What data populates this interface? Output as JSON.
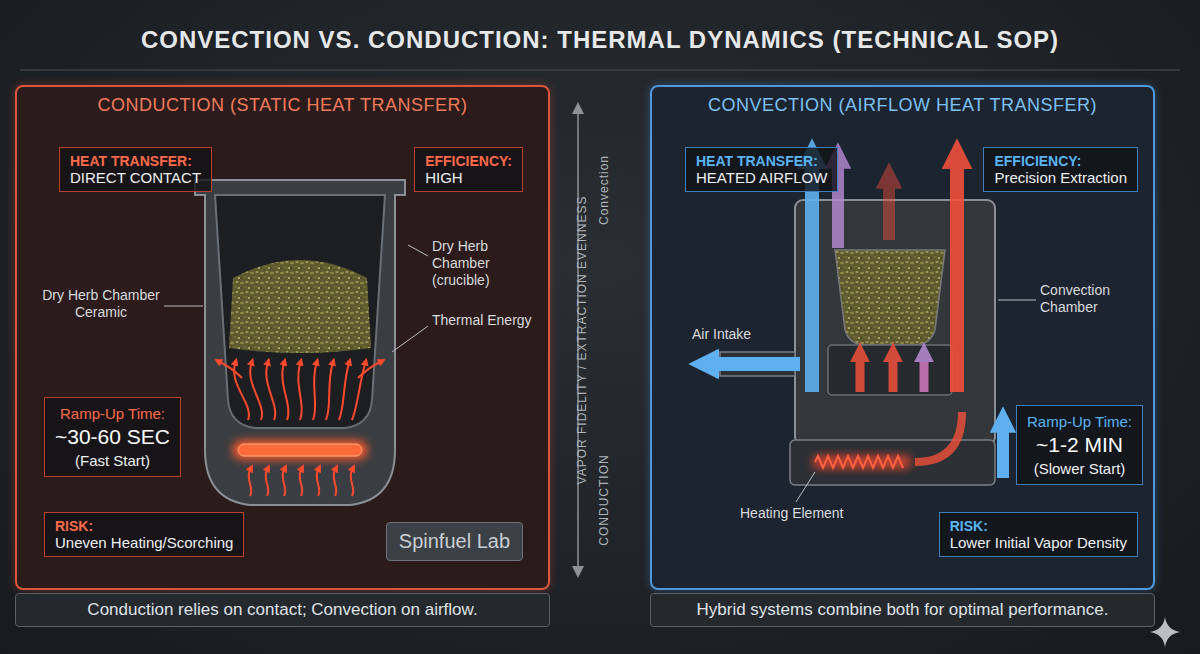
{
  "diagram": {
    "title": "CONVECTION VS. CONDUCTION: THERMAL DYNAMICS (TECHNICAL SOP)",
    "nodes": [
      {
        "text": [
          "CONDUCTION (STATIC HEAT TRANSFER)"
        ]
      },
      {
        "text": [
          "HEAT TRANSFER:",
          "DIRECT CONTACT"
        ],
        "in": 0
      },
      {
        "text": [
          "EFFICIENCY:",
          "HIGH"
        ],
        "in": 0
      },
      {
        "text": [
          "Ramp-Up Time:",
          "~30-60 SEC",
          "(Fast Start)"
        ],
        "in": 0
      },
      {
        "text": [
          "RISK:",
          "Uneven Heating/Scorching"
        ],
        "in": 0
      },
      {
        "text": [
          "Spinfuel Lab"
        ],
        "in": 0
      },
      {
        "text": [
          "Conduction relies on contact; Convection on airflow."
        ]
      },
      {
        "text": [
          "CONVECTION (AIRFLOW HEAT TRANSFER)"
        ]
      },
      {
        "text": [
          "HEAT TRANSFER:",
          "HEATED AIRFLOW"
        ],
        "in": 7
      },
      {
        "text": [
          "EFFICIENCY:",
          "Precision Extraction"
        ],
        "in": 7
      },
      {
        "text": [
          "Ramp-Up Time:",
          "~1-2 MIN",
          "(Slower Start)"
        ],
        "in": 7
      },
      {
        "text": [
          "RISK:",
          "Lower Initial Vapor Density"
        ],
        "in": 7
      },
      {
        "text": [
          "Hybrid systems combine both for optimal performance."
        ]
      }
    ],
    "labels": [
      "Dry Herb Chamber Ceramic",
      "Dry Herb Chamber (crucible)",
      "Thermal Energy",
      "Convection",
      "VAPOR FIDELITY / EXTRACTION EVENNESS",
      "CONDUCTION",
      "Convection Chamber",
      "Air Intake",
      "Heating Element"
    ]
  }
}
